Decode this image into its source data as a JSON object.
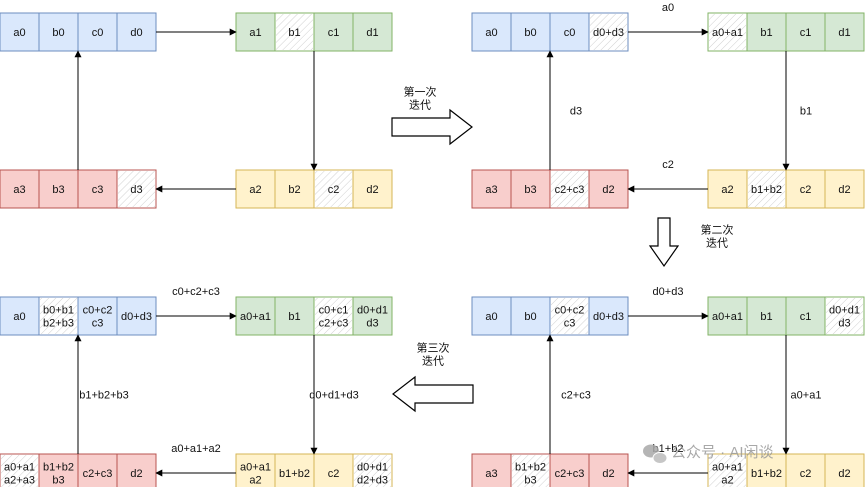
{
  "colors": {
    "blue_fill": "#dae8fc",
    "blue_stroke": "#6c8ebf",
    "green_fill": "#d5e8d4",
    "green_stroke": "#82b366",
    "yellow_fill": "#fff2cc",
    "yellow_stroke": "#d6b656",
    "red_fill": "#f8cecc",
    "red_stroke": "#b85450",
    "highlight_fill": "#ffffff"
  },
  "panels": [
    {
      "name": "initial",
      "rows": [
        {
          "color": "blue",
          "cells": [
            "a0",
            "b0",
            "c0",
            "d0"
          ],
          "highlight": -1
        },
        {
          "color": "green",
          "cells": [
            "a1",
            "b1",
            "c1",
            "d1"
          ],
          "highlight": 1
        },
        {
          "color": "yellow",
          "cells": [
            "a2",
            "b2",
            "c2",
            "d2"
          ],
          "highlight": 2
        },
        {
          "color": "red",
          "cells": [
            "a3",
            "b3",
            "c3",
            "d3"
          ],
          "highlight": 3
        }
      ],
      "labels": {
        "top": "",
        "right": "",
        "bottom": "",
        "left": ""
      }
    },
    {
      "name": "after-iteration-1",
      "rows": [
        {
          "color": "blue",
          "cells": [
            "a0",
            "b0",
            "c0",
            "d0+d3"
          ],
          "highlight": 3
        },
        {
          "color": "green",
          "cells": [
            "a0+a1",
            "b1",
            "c1",
            "d1"
          ],
          "highlight": 0
        },
        {
          "color": "yellow",
          "cells": [
            "a2",
            "b1+b2",
            "c2",
            "d2"
          ],
          "highlight": 1
        },
        {
          "color": "red",
          "cells": [
            "a3",
            "b3",
            "c2+c3",
            "d2"
          ],
          "highlight": 2
        }
      ],
      "labels": {
        "top": "a0",
        "right": "b1",
        "bottom": "c2",
        "left": "d3"
      }
    },
    {
      "name": "after-iteration-2",
      "rows": [
        {
          "color": "blue",
          "cells": [
            "a0",
            "b0",
            "c0+c2\nc3",
            "d0+d3"
          ],
          "highlight": 2
        },
        {
          "color": "green",
          "cells": [
            "a0+a1",
            "b1",
            "c1",
            "d0+d1\nd3"
          ],
          "highlight": 3
        },
        {
          "color": "yellow",
          "cells": [
            "a0+a1\na2",
            "b1+b2",
            "c2",
            "d2"
          ],
          "highlight": 0
        },
        {
          "color": "red",
          "cells": [
            "a3",
            "b1+b2\nb3",
            "c2+c3",
            "d2"
          ],
          "highlight": 1
        }
      ],
      "labels": {
        "top": "d0+d3",
        "right": "a0+a1",
        "bottom": "b1+b2",
        "left": "c2+c3"
      }
    },
    {
      "name": "after-iteration-3",
      "rows": [
        {
          "color": "blue",
          "cells": [
            "a0",
            "b0+b1\nb2+b3",
            "c0+c2\nc3",
            "d0+d3"
          ],
          "highlight": 1
        },
        {
          "color": "green",
          "cells": [
            "a0+a1",
            "b1",
            "c0+c1\nc2+c3",
            "d0+d1\nd3"
          ],
          "highlight": 2
        },
        {
          "color": "yellow",
          "cells": [
            "a0+a1\na2",
            "b1+b2",
            "c2",
            "d0+d1\nd2+d3"
          ],
          "highlight": 3
        },
        {
          "color": "red",
          "cells": [
            "a0+a1\na2+a3",
            "b1+b2\nb3",
            "c2+c3",
            "d2"
          ],
          "highlight": 0
        }
      ],
      "labels": {
        "top": "c0+c2+c3",
        "right": "d0+d1+d3",
        "bottom": "a0+a1+a2",
        "left": "b1+b2+b3"
      }
    }
  ],
  "steps": [
    {
      "text": "第一次\n迭代",
      "direction": "right"
    },
    {
      "text": "第二次\n迭代",
      "direction": "down"
    },
    {
      "text": "第三次\n迭代",
      "direction": "left"
    }
  ],
  "watermark": {
    "text": "公众号 · AI闲谈",
    "icon": "wechat-icon"
  }
}
